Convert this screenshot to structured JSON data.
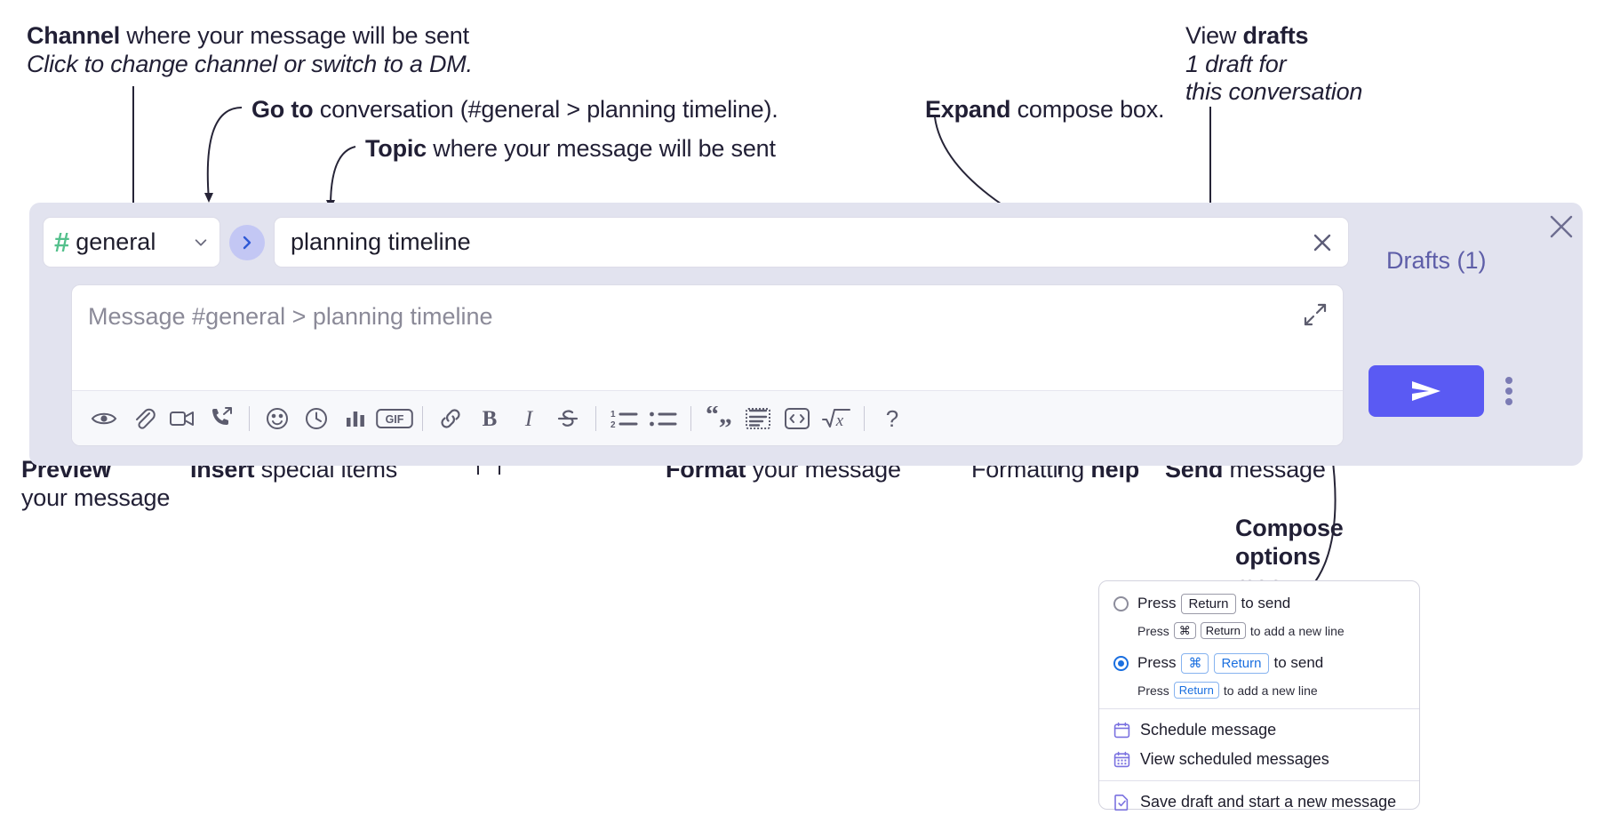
{
  "annotations": {
    "channel": {
      "bold": "Channel",
      "rest": " where your message will be sent",
      "italic": "Click to change channel or switch to a DM."
    },
    "goto": {
      "bold": "Go to",
      "rest": " conversation (#general > planning timeline)."
    },
    "topic": {
      "bold": "Topic",
      "rest": " where your message will be sent"
    },
    "expand": {
      "bold": "Expand",
      "rest": " compose box."
    },
    "drafts": {
      "bold_lead": "View ",
      "bold": "drafts",
      "italic_1": "1 draft for",
      "italic_2": "this conversation"
    },
    "preview": {
      "bold": "Preview",
      "rest": "your message"
    },
    "insert": {
      "bold": "Insert",
      "rest": " special items"
    },
    "format": {
      "bold": "Format",
      "rest": " your message"
    },
    "help": {
      "lead": "Formatting ",
      "bold": "help"
    },
    "send": {
      "bold": "Send",
      "rest": " message"
    },
    "compose_options": {
      "bold_1": "Compose",
      "bold_2": "options",
      "rest": "menu"
    }
  },
  "compose": {
    "channel_name": "general",
    "channel_hash": "#",
    "topic_value": "planning timeline",
    "message_placeholder": "Message #general > planning timeline",
    "drafts_label": "Drafts (1)",
    "accent_color": "#5a5af3",
    "panel_color": "#e2e3ef",
    "hash_color": "#54c08c",
    "goto_bubble_color": "#c3c7f4",
    "icons": {
      "goto": "chevron-right-icon",
      "channel_chevron": "chevron-down-icon",
      "topic_clear": "close-icon",
      "expand": "expand-icon",
      "widget_close": "close-icon",
      "send": "send-icon",
      "kebab": "more-vertical-icon"
    },
    "toolbar": [
      {
        "name": "preview-icon",
        "label": "Preview"
      },
      {
        "name": "attachment-icon",
        "label": "Attach file"
      },
      {
        "name": "video-icon",
        "label": "Record video clip"
      },
      {
        "name": "phone-forward-icon",
        "label": "Huddle"
      },
      {
        "name": "separator",
        "label": ""
      },
      {
        "name": "emoji-icon",
        "label": "Emoji"
      },
      {
        "name": "clock-icon",
        "label": "Reminder"
      },
      {
        "name": "poll-icon",
        "label": "Poll"
      },
      {
        "name": "gif-icon",
        "label": "GIF"
      },
      {
        "name": "separator",
        "label": ""
      },
      {
        "name": "link-icon",
        "label": "Link"
      },
      {
        "name": "bold-icon",
        "label": "Bold"
      },
      {
        "name": "italic-icon",
        "label": "Italic"
      },
      {
        "name": "strikethrough-icon",
        "label": "Strikethrough"
      },
      {
        "name": "separator",
        "label": ""
      },
      {
        "name": "ordered-list-icon",
        "label": "Ordered list"
      },
      {
        "name": "bulleted-list-icon",
        "label": "Bulleted list"
      },
      {
        "name": "separator",
        "label": ""
      },
      {
        "name": "blockquote-icon",
        "label": "Blockquote"
      },
      {
        "name": "code-block-icon",
        "label": "Code block"
      },
      {
        "name": "code-icon",
        "label": "Code"
      },
      {
        "name": "math-icon",
        "label": "Math"
      },
      {
        "name": "separator",
        "label": ""
      },
      {
        "name": "help-icon",
        "label": "Formatting help"
      }
    ]
  },
  "compose_menu": {
    "options": [
      {
        "selected": false,
        "main_prefix": "Press",
        "main_key": "Return",
        "main_suffix": "to send",
        "sub_prefix": "Press",
        "sub_key_1": "⌘",
        "sub_key_2": "Return",
        "sub_suffix": "to add a new line"
      },
      {
        "selected": true,
        "main_prefix": "Press",
        "main_key_1": "⌘",
        "main_key_2": "Return",
        "main_suffix": "to send",
        "sub_prefix": "Press",
        "sub_key": "Return",
        "sub_suffix": "to add a new line"
      }
    ],
    "items": [
      {
        "icon": "calendar-icon",
        "label": "Schedule message"
      },
      {
        "icon": "calendar-grid-icon",
        "label": "View scheduled messages"
      },
      {
        "icon": "draft-check-icon",
        "label": "Save draft and start a new message"
      }
    ],
    "icon_color": "#7b72e0",
    "selected_color": "#1a6fe0"
  }
}
